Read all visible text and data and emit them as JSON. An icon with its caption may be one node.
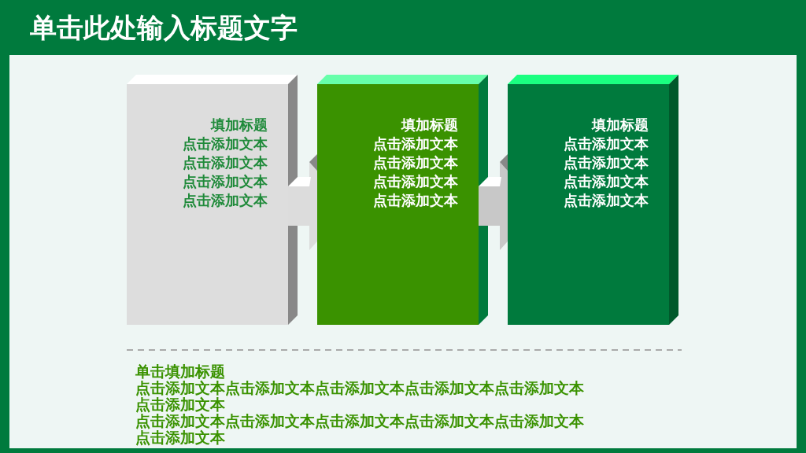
{
  "diagram": {
    "title": "单击此处输入标题文字",
    "nodes": [
      {
        "text": [
          "填加标题",
          "点击添加文本",
          "点击添加文本",
          "点击添加文本",
          "点击添加文本"
        ]
      },
      {
        "text": [
          "填加标题",
          "点击添加文本",
          "点击添加文本",
          "点击添加文本",
          "点击添加文本"
        ]
      },
      {
        "text": [
          "填加标题",
          "点击添加文本",
          "点击添加文本",
          "点击添加文本",
          "点击添加文本"
        ]
      }
    ],
    "edges": [
      {
        "from": 0,
        "to": 1,
        "arrow": "to"
      },
      {
        "from": 1,
        "to": 2,
        "arrow": "to"
      }
    ],
    "labels": [
      "单击填加标题",
      "点击添加文本点击添加文本点击添加文本点击添加文本点击添加文本点击添加文本",
      "点击添加文本点击添加文本点击添加文本点击添加文本点击添加文本点击添加文本"
    ]
  }
}
